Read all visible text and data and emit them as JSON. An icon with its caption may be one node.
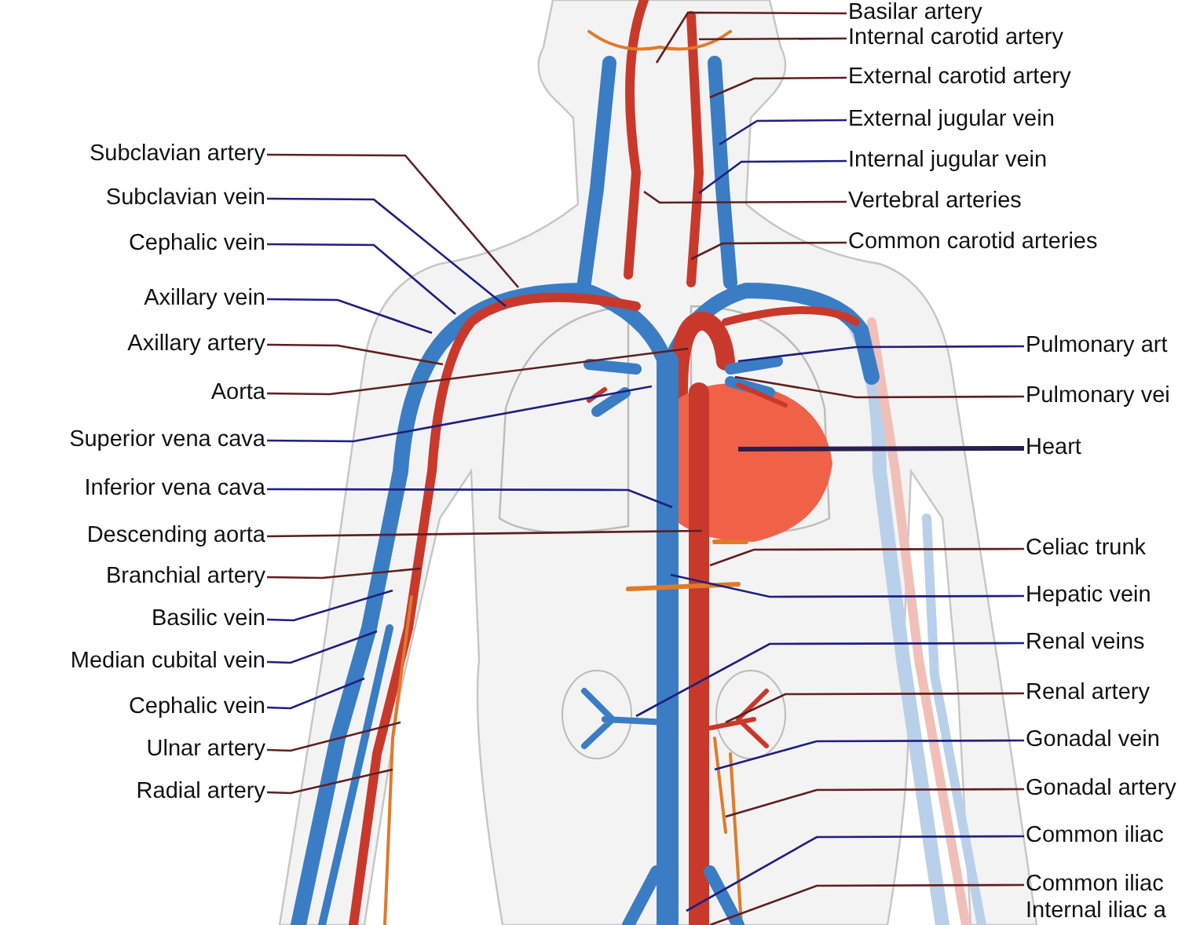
{
  "diagram": {
    "nodes": [
      {
        "text": [
          "Subclavian artery"
        ]
      },
      {
        "text": [
          "Subclavian vein"
        ]
      },
      {
        "text": [
          "Cephalic vein"
        ]
      },
      {
        "text": [
          "Axillary vein"
        ]
      },
      {
        "text": [
          "Axillary artery"
        ]
      },
      {
        "text": [
          "Aorta"
        ]
      },
      {
        "text": [
          "Superior vena cava"
        ]
      },
      {
        "text": [
          "Inferior vena cava"
        ]
      },
      {
        "text": [
          "Descending aorta"
        ]
      },
      {
        "text": [
          "Branchial artery"
        ]
      },
      {
        "text": [
          "Basilic vein"
        ]
      },
      {
        "text": [
          "Median cubital vein"
        ]
      },
      {
        "text": [
          "Cephalic vein"
        ]
      },
      {
        "text": [
          "Ulnar artery"
        ]
      },
      {
        "text": [
          "Radial artery"
        ]
      },
      {
        "text": [
          "Basilar artery"
        ]
      },
      {
        "text": [
          "Internal carotid artery"
        ]
      },
      {
        "text": [
          "External carotid artery"
        ]
      },
      {
        "text": [
          "External jugular vein"
        ]
      },
      {
        "text": [
          "Internal jugular vein"
        ]
      },
      {
        "text": [
          "Vertebral arteries"
        ]
      },
      {
        "text": [
          "Common carotid arteries"
        ]
      },
      {
        "text": [
          "Pulmonary art"
        ]
      },
      {
        "text": [
          "Pulmonary vei"
        ]
      },
      {
        "text": [
          "Heart"
        ]
      },
      {
        "text": [
          "Celiac trunk"
        ]
      },
      {
        "text": [
          "Hepatic vein"
        ]
      },
      {
        "text": [
          "Renal veins"
        ]
      },
      {
        "text": [
          "Renal artery"
        ]
      },
      {
        "text": [
          "Gonadal vein"
        ]
      },
      {
        "text": [
          "Gonadal artery"
        ]
      },
      {
        "text": [
          "Common iliac"
        ]
      },
      {
        "text": [
          "Common iliac"
        ]
      },
      {
        "text": [
          "Internal iliac a"
        ]
      }
    ],
    "edges": [
      {
        "from": 0,
        "to": null,
        "arrow": "none"
      },
      {
        "from": 1,
        "to": null,
        "arrow": "none",
        "color": "#1f1f80"
      },
      {
        "from": 2,
        "to": null,
        "arrow": "none",
        "color": "#1f1f80"
      },
      {
        "from": 3,
        "to": null,
        "arrow": "none",
        "color": "#1f1f80"
      },
      {
        "from": 4,
        "to": null,
        "arrow": "none"
      },
      {
        "from": 5,
        "to": null,
        "arrow": "none"
      },
      {
        "from": 6,
        "to": null,
        "arrow": "none",
        "color": "#1f1f80"
      },
      {
        "from": 7,
        "to": null,
        "arrow": "none",
        "color": "#1f1f80"
      },
      {
        "from": 8,
        "to": null,
        "arrow": "none"
      },
      {
        "from": 9,
        "to": null,
        "arrow": "none"
      },
      {
        "from": 10,
        "to": null,
        "arrow": "none",
        "color": "#1f1f80"
      },
      {
        "from": 11,
        "to": null,
        "arrow": "none",
        "color": "#1f1f80"
      },
      {
        "from": 12,
        "to": null,
        "arrow": "none",
        "color": "#1f1f80"
      },
      {
        "from": 13,
        "to": null,
        "arrow": "none"
      },
      {
        "from": 14,
        "to": null,
        "arrow": "none"
      },
      {
        "from": 15,
        "to": null,
        "arrow": "none"
      },
      {
        "from": 16,
        "to": null,
        "arrow": "none"
      },
      {
        "from": 17,
        "to": null,
        "arrow": "none"
      },
      {
        "from": 18,
        "to": null,
        "arrow": "none",
        "color": "#1f1f80"
      },
      {
        "from": 19,
        "to": null,
        "arrow": "none",
        "color": "#1f1f80"
      },
      {
        "from": 20,
        "to": null,
        "arrow": "none"
      },
      {
        "from": 21,
        "to": null,
        "arrow": "none"
      },
      {
        "from": 22,
        "to": null,
        "arrow": "none",
        "color": "#1f1f80"
      },
      {
        "from": 23,
        "to": null,
        "arrow": "none"
      },
      {
        "from": 24,
        "to": null,
        "arrow": "none",
        "style": "thick",
        "color": "#2b1f4f"
      },
      {
        "from": 25,
        "to": null,
        "arrow": "none"
      },
      {
        "from": 26,
        "to": null,
        "arrow": "none",
        "color": "#1f1f80"
      },
      {
        "from": 27,
        "to": null,
        "arrow": "none",
        "color": "#1f1f80"
      },
      {
        "from": 28,
        "to": null,
        "arrow": "none"
      },
      {
        "from": 29,
        "to": null,
        "arrow": "none",
        "color": "#1f1f80"
      },
      {
        "from": 30,
        "to": null,
        "arrow": "none"
      },
      {
        "from": 31,
        "to": null,
        "arrow": "none",
        "color": "#1f1f80"
      },
      {
        "from": 32,
        "to": null,
        "arrow": "none"
      }
    ]
  }
}
